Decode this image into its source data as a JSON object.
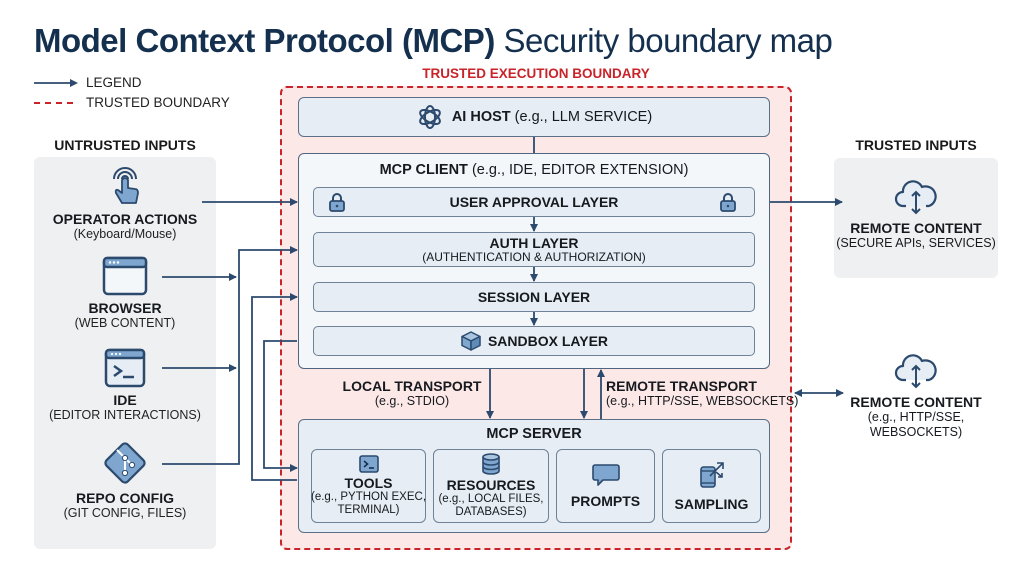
{
  "title": {
    "bold": "Model Context Protocol (MCP)",
    "light": "Security boundary map"
  },
  "legend": {
    "arrow_label": "LEGEND",
    "boundary_label": "TRUSTED BOUNDARY"
  },
  "colors": {
    "primary": "#14304e",
    "boundary": "#c8242a",
    "boundary_fill": "#fde8e8",
    "box_fill": "#e6edf4",
    "panel_fill": "#eff0f1",
    "icon_fill": "#7ea6cf",
    "connector": "#2c4a6e"
  },
  "untrusted": {
    "heading": "UNTRUSTED INPUTS",
    "items": [
      {
        "icon": "touch-hand-icon",
        "label": "OPERATOR ACTIONS",
        "sub": "(Keyboard/Mouse)"
      },
      {
        "icon": "browser-window-icon",
        "label": "BROWSER",
        "sub": "(WEB CONTENT)"
      },
      {
        "icon": "terminal-window-icon",
        "label": "IDE",
        "sub": "(EDITOR INTERACTIONS)"
      },
      {
        "icon": "git-icon",
        "label": "REPO CONFIG",
        "sub": "(GIT CONFIG, FILES)"
      }
    ]
  },
  "boundary": {
    "label": "TRUSTED EXECUTION BOUNDARY"
  },
  "ai_host": {
    "icon": "llm-logo-icon",
    "label": "AI HOST",
    "sub": "(e.g., LLM SERVICE)"
  },
  "mcp_client": {
    "label": "MCP CLIENT",
    "sub": "(e.g., IDE, EDITOR EXTENSION)",
    "layers": [
      {
        "label": "USER APPROVAL LAYER",
        "sub": "",
        "icon": "lock-icon"
      },
      {
        "label": "AUTH LAYER",
        "sub": "(AUTHENTICATION & AUTHORIZATION)",
        "icon": ""
      },
      {
        "label": "SESSION LAYER",
        "sub": "",
        "icon": ""
      },
      {
        "label": "SANDBOX LAYER",
        "sub": "",
        "icon": "cube-icon"
      }
    ]
  },
  "transports": {
    "local": {
      "label": "LOCAL TRANSPORT",
      "sub": "(e.g., STDIO)"
    },
    "remote": {
      "label": "REMOTE TRANSPORT",
      "sub": "(e.g., HTTP/SSE, WEBSOCKETS)"
    }
  },
  "mcp_server": {
    "label": "MCP SERVER",
    "capabilities": [
      {
        "icon": "terminal-icon",
        "label": "TOOLS",
        "sub1": "(e.g., PYTHON EXEC,",
        "sub2": "TERMINAL)"
      },
      {
        "icon": "database-icon",
        "label": "RESOURCES",
        "sub1": "(e.g., LOCAL FILES,",
        "sub2": "DATABASES)"
      },
      {
        "icon": "chat-bubble-icon",
        "label": "PROMPTS",
        "sub1": "",
        "sub2": ""
      },
      {
        "icon": "device-share-icon",
        "label": "SAMPLING",
        "sub1": "",
        "sub2": ""
      }
    ]
  },
  "trusted": {
    "heading": "TRUSTED INPUTS",
    "item": {
      "icon": "cloud-sync-icon",
      "label": "REMOTE CONTENT",
      "sub": "(SECURE APIs, SERVICES)"
    }
  },
  "remote_external": {
    "icon": "cloud-sync-icon",
    "label": "REMOTE CONTENT",
    "sub1": "(e.g., HTTP/SSE,",
    "sub2": "WEBSOCKETS)"
  }
}
